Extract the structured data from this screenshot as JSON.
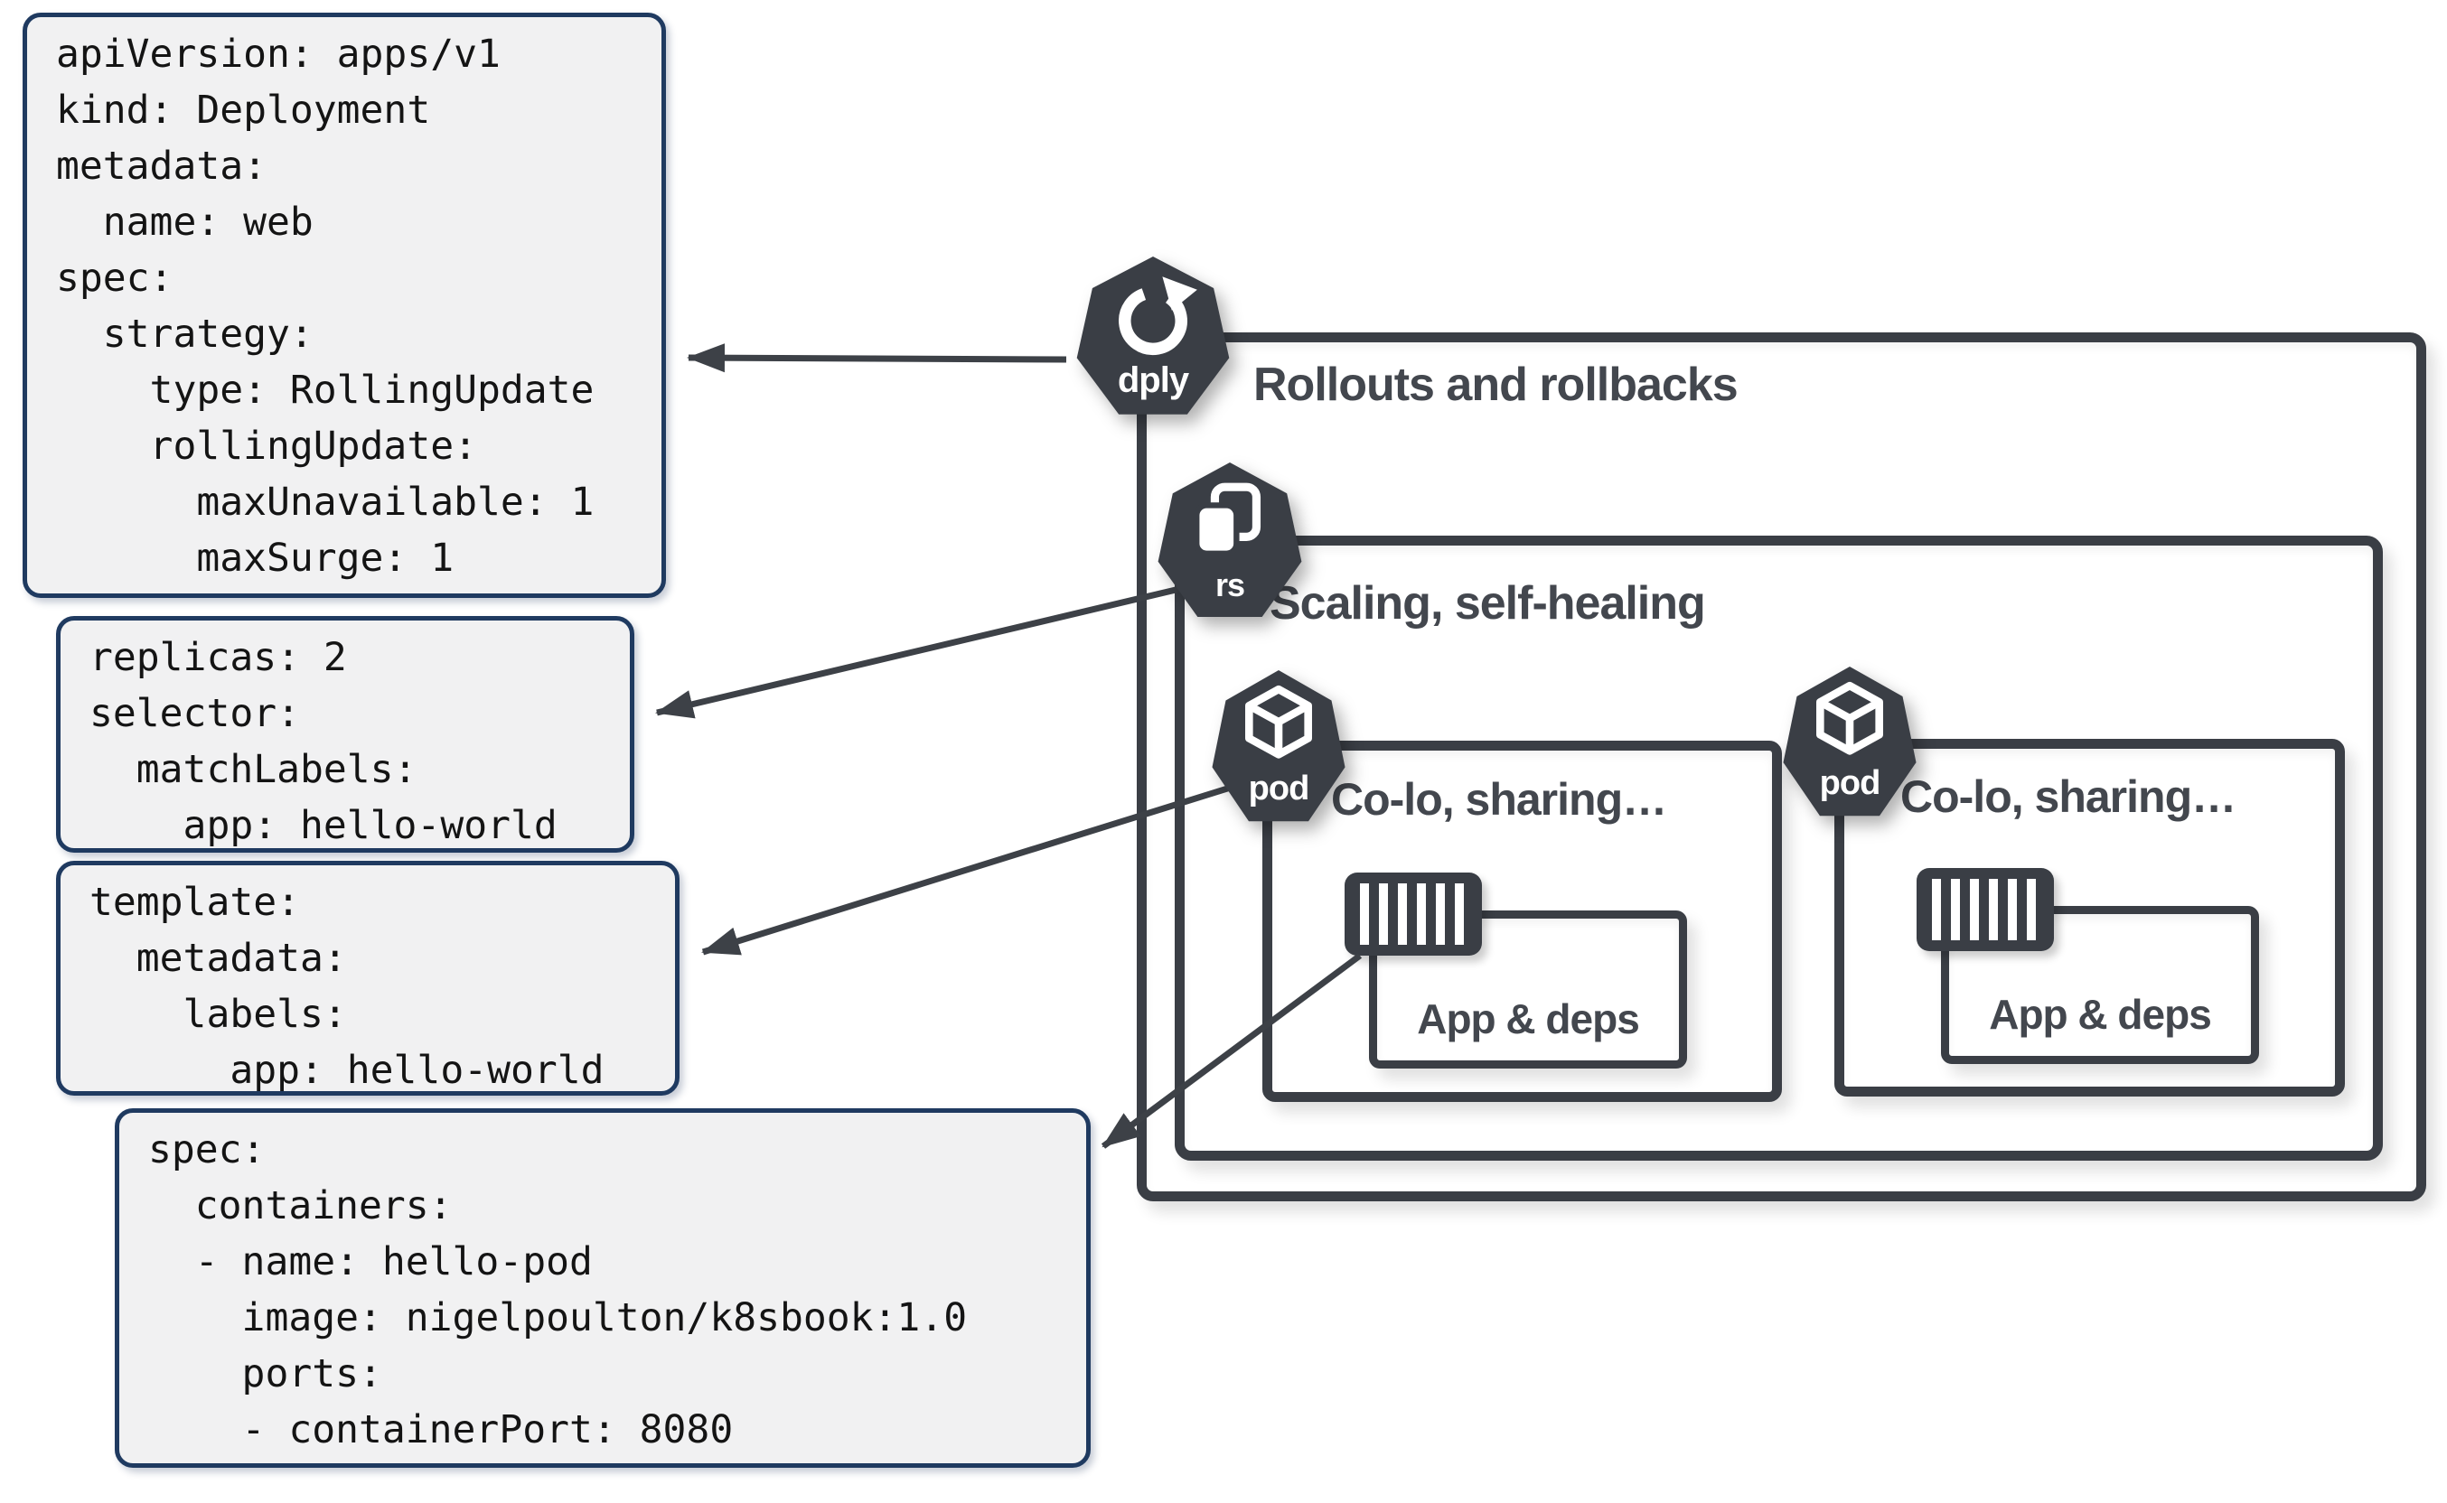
{
  "yaml_blocks": {
    "deployment": "apiVersion: apps/v1\nkind: Deployment\nmetadata:\n  name: web\nspec:\n  strategy:\n    type: RollingUpdate\n    rollingUpdate:\n      maxUnavailable: 1\n      maxSurge: 1",
    "replica": "replicas: 2\nselector:\n  matchLabels:\n    app: hello-world",
    "template": "template:\n  metadata:\n    labels:\n      app: hello-world",
    "pod_spec": "spec:\n  containers:\n  - name: hello-pod\n    image: nigelpoulton/k8sbook:1.0\n    ports:\n    - containerPort: 8080"
  },
  "diagram": {
    "deployment_box": {
      "badge": "dply",
      "label": "Rollouts and rollbacks"
    },
    "replicaset_box": {
      "badge": "rs",
      "label": "Scaling, self-healing"
    },
    "pod_boxes": [
      {
        "badge": "pod",
        "label": "Co-lo, sharing…",
        "container_label": "App & deps"
      },
      {
        "badge": "pod",
        "label": "Co-lo, sharing…",
        "container_label": "App & deps"
      }
    ]
  },
  "colors": {
    "charcoal": "#3a3e45",
    "code_border_navy": "#1f3a60",
    "code_background": "#f1f1f2",
    "label_text": "#43474e",
    "arrow": "#3d4147"
  }
}
